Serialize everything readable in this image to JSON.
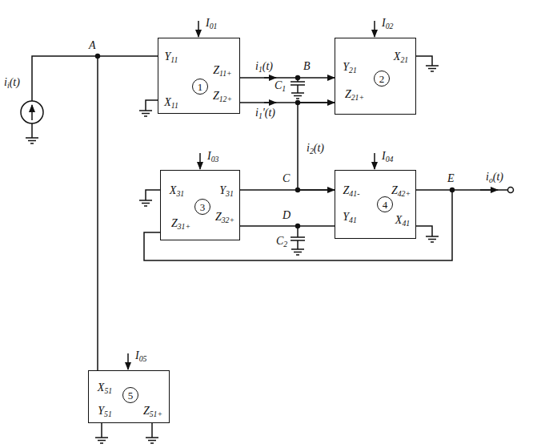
{
  "diagram": {
    "nodes": [
      {
        "text": [
          "Y11",
          "X11",
          "Z11+",
          "Z12+",
          "1"
        ]
      },
      {
        "text": [
          "Y21",
          "X21",
          "Z21+",
          "2"
        ]
      },
      {
        "text": [
          "X31",
          "Y31",
          "Z31+",
          "Z32+",
          "3"
        ]
      },
      {
        "text": [
          "Z41-",
          "Z42+",
          "Y41",
          "X41",
          "4"
        ]
      },
      {
        "text": [
          "X51",
          "Y51",
          "Z51+",
          "5"
        ]
      }
    ],
    "edges": [
      {
        "from": 0,
        "to": 1,
        "arrow": "to"
      },
      {
        "from": 0,
        "to": 1,
        "arrow": "to"
      },
      {
        "from": 1,
        "to": 3,
        "arrow": "to"
      },
      {
        "from": 2,
        "to": 3,
        "arrow": "none"
      },
      {
        "from": 2,
        "to": 3,
        "arrow": "none"
      },
      {
        "from": 3,
        "to": 2,
        "arrow": "none"
      },
      {
        "from": 0,
        "to": 4,
        "arrow": "none"
      }
    ],
    "labels": [
      "A",
      "B",
      "C",
      "D",
      "E",
      "ii(t)",
      "I01",
      "I02",
      "I03",
      "I04",
      "I05",
      "i1(t)",
      "i1'(t)",
      "i2(t)",
      "io(t)",
      "C1",
      "C2"
    ]
  }
}
